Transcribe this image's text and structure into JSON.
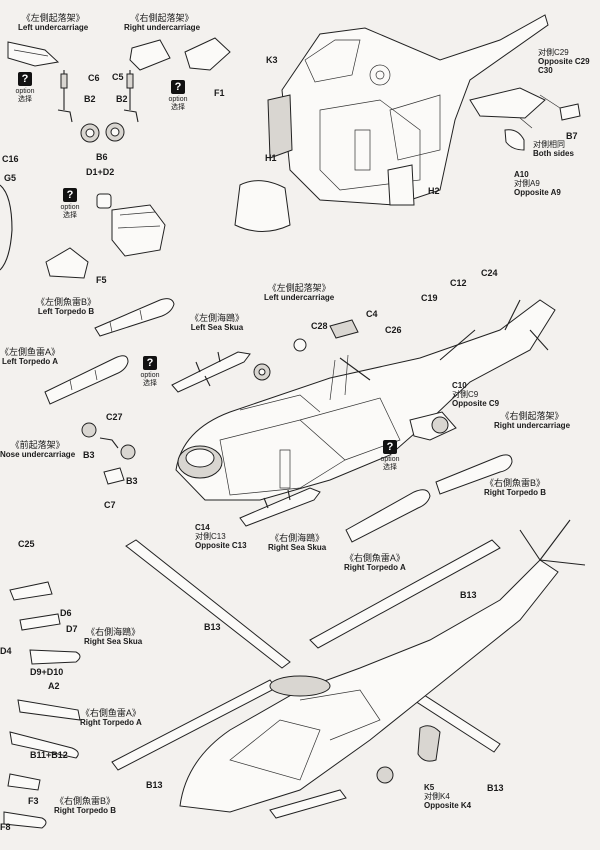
{
  "headings": {
    "left_undercarriage_top": {
      "zh": "《左側起落架》",
      "en": "Left undercarriage"
    },
    "right_undercarriage_top": {
      "zh": "《右側起落架》",
      "en": "Right undercarriage"
    },
    "left_torpedo_b": {
      "zh": "《左側魚雷B》",
      "en": "Left Torpedo B"
    },
    "left_sea_skua": {
      "zh": "《左側海鴎》",
      "en": "Left Sea Skua"
    },
    "left_undercarriage_mid": {
      "zh": "《左側起落架》",
      "en": "Left undercarriage"
    },
    "left_torpedo_a": {
      "zh": "《左側鱼雷A》",
      "en": "Left Torpedo A"
    },
    "nose_undercarriage": {
      "zh": "《前起落架》",
      "en": "Nose undercarriage"
    },
    "right_undercarriage_mid": {
      "zh": "《右側起落架》",
      "en": "Right undercarriage"
    },
    "right_torpedo_b_mid": {
      "zh": "《右側魚雷B》",
      "en": "Right Torpedo B"
    },
    "right_sea_skua_mid": {
      "zh": "《右側海鴎》",
      "en": "Right Sea Skua"
    },
    "right_torpedo_a_mid": {
      "zh": "《右側魚雷A》",
      "en": "Right Torpedo A"
    },
    "right_sea_skua_low": {
      "zh": "《右側海鴎》",
      "en": "Right Sea Skua"
    },
    "right_torpedo_a_low": {
      "zh": "《右側鱼雷A》",
      "en": "Right Torpedo A"
    },
    "right_torpedo_b_low": {
      "zh": "《右側魚雷B》",
      "en": "Right Torpedo B"
    }
  },
  "option": {
    "en": "option",
    "zh": "选择",
    "symbol": "?"
  },
  "parts": {
    "C6": "C6",
    "C5": "C5",
    "F1": "F1",
    "B2a": "B2",
    "B2b": "B2",
    "B6": "B6",
    "D1D2": "D1+D2",
    "F5": "F5",
    "C16": "C16",
    "G5": "G5",
    "K3": "K3",
    "H1": "H1",
    "H2": "H2",
    "B7": "B7",
    "C12": "C12",
    "C24": "C24",
    "C19": "C19",
    "C4": "C4",
    "C28": "C28",
    "C26": "C26",
    "B3a": "B3",
    "B3b": "B3",
    "C27": "C27",
    "C7": "C7",
    "C25": "C25",
    "B13a": "B13",
    "B13b": "B13",
    "B13c": "B13",
    "B13d": "B13",
    "D6": "D6",
    "D7": "D7",
    "D4": "D4",
    "D9D10": "D9+D10",
    "A2": "A2",
    "B11B12": "B11+B12",
    "F3": "F3",
    "F8": "F8"
  },
  "annotations": {
    "c29": {
      "line1": "对側C29",
      "line2": "Opposite C29",
      "line3": "C30"
    },
    "a10": {
      "line1": "A10",
      "line2": "对側A9",
      "line3": "Opposite A9"
    },
    "b7": {
      "line1": "对側相同",
      "line2": "Both sides"
    },
    "c10": {
      "line1": "C10",
      "line2": "对側C9",
      "line3": "Opposite C9"
    },
    "c14": {
      "line1": "C14",
      "line2": "对側C13",
      "line3": "Opposite C13"
    },
    "k5": {
      "line1": "K5",
      "line2": "对側K4",
      "line3": "Opposite K4"
    }
  }
}
